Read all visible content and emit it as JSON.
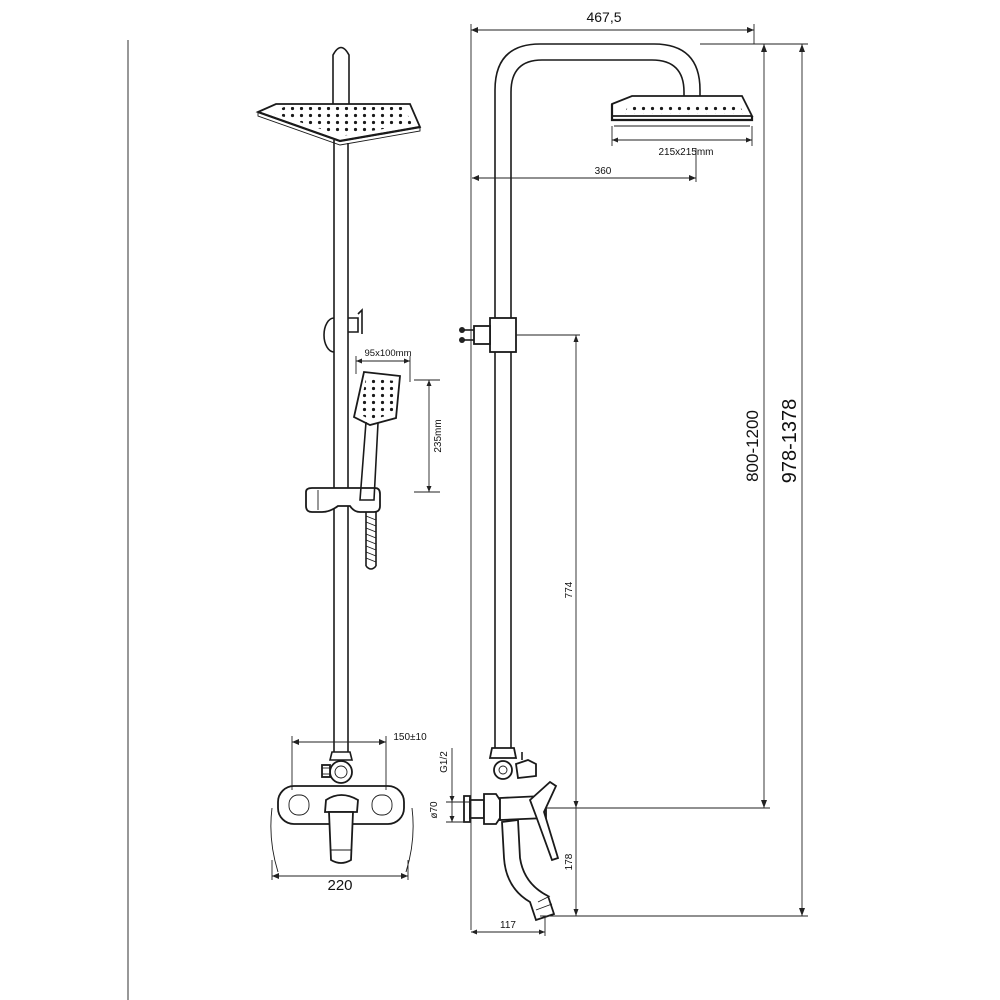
{
  "dimensions": {
    "total_width": "467,5",
    "head_size": "215x215mm",
    "arm_reach": "360",
    "handshower_size": "95x100mm",
    "handshower_length": "235mm",
    "bar_height": "800-1200",
    "total_height": "978-1378",
    "outlet_to_mixer": "774",
    "spout_height": "178",
    "spout_reach": "117",
    "inlet_spacing": "150±10",
    "mixer_width": "220",
    "thread": "G1/2",
    "flange_diameter": "ø70"
  }
}
